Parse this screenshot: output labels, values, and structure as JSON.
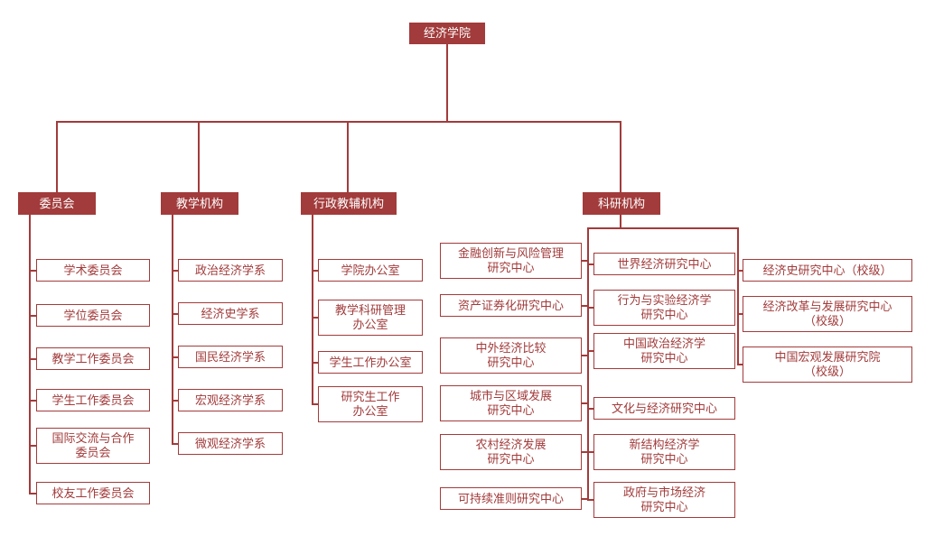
{
  "accent_color": "#A23B3B",
  "root": {
    "label": "经济学院"
  },
  "branches": [
    {
      "label": "委员会",
      "children": [
        {
          "label": "学术委员会"
        },
        {
          "label": "学位委员会"
        },
        {
          "label": "教学工作委员会"
        },
        {
          "label": "学生工作委员会"
        },
        {
          "label": "国际交流与合作\n委员会"
        },
        {
          "label": "校友工作委员会"
        }
      ]
    },
    {
      "label": "教学机构",
      "children": [
        {
          "label": "政治经济学系"
        },
        {
          "label": "经济史学系"
        },
        {
          "label": "国民经济学系"
        },
        {
          "label": "宏观经济学系"
        },
        {
          "label": "微观经济学系"
        }
      ]
    },
    {
      "label": "行政教辅机构",
      "children": [
        {
          "label": "学院办公室"
        },
        {
          "label": "教学科研管理\n办公室"
        },
        {
          "label": "学生工作办公室"
        },
        {
          "label": "研究生工作\n办公室"
        }
      ]
    },
    {
      "label": "科研机构",
      "columns": [
        [
          {
            "label": "金融创新与风险管理\n研究中心"
          },
          {
            "label": "资产证券化研究中心"
          },
          {
            "label": "中外经济比较\n研究中心"
          },
          {
            "label": "城市与区域发展\n研究中心"
          },
          {
            "label": "农村经济发展\n研究中心"
          },
          {
            "label": "可持续准则研究中心"
          }
        ],
        [
          {
            "label": "世界经济研究中心"
          },
          {
            "label": "行为与实验经济学\n研究中心"
          },
          {
            "label": "中国政治经济学\n研究中心"
          },
          {
            "label": "文化与经济研究中心"
          },
          {
            "label": "新结构经济学\n研究中心"
          },
          {
            "label": "政府与市场经济\n研究中心"
          }
        ],
        [
          {
            "label": "经济史研究中心（校级）"
          },
          {
            "label": "经济改革与发展研究中心\n（校级）"
          },
          {
            "label": "中国宏观发展研究院\n（校级）"
          }
        ]
      ]
    }
  ]
}
